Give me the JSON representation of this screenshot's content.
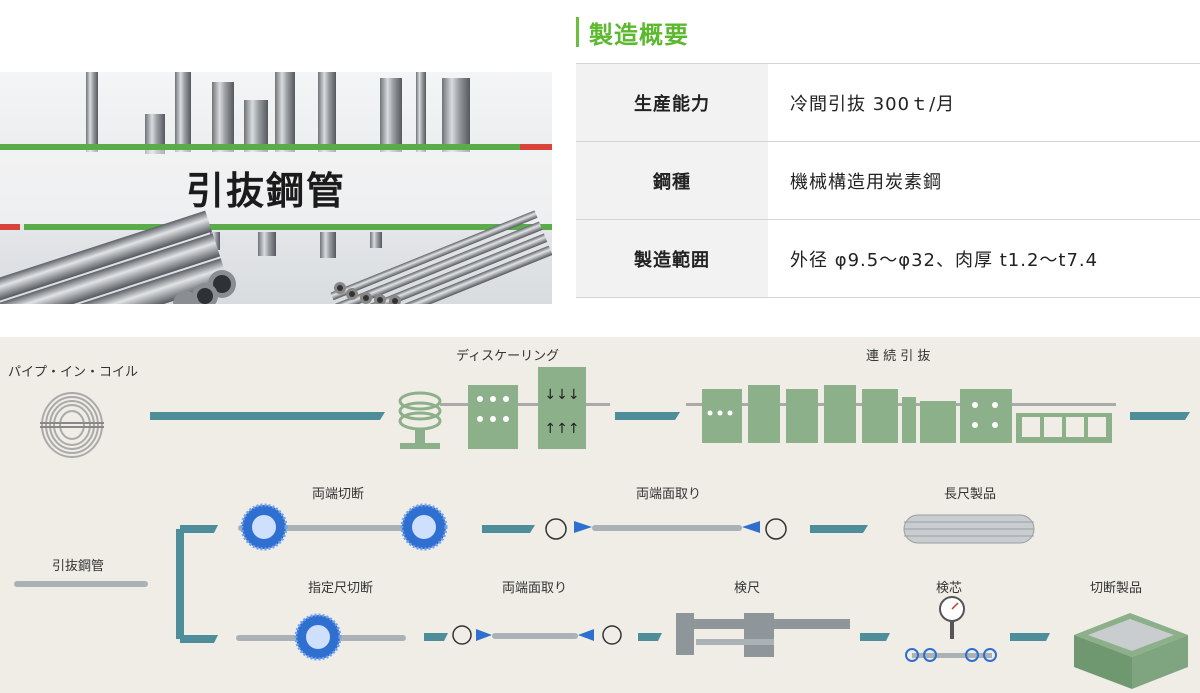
{
  "hero": {
    "title": "引抜鋼管"
  },
  "overview": {
    "heading": "製造概要",
    "rows": [
      {
        "label": "生産能力",
        "value": "冷間引抜 300ｔ/月"
      },
      {
        "label": "鋼種",
        "value": "機械構造用炭素鋼"
      },
      {
        "label": "製造範囲",
        "value": "外径 φ9.5～φ32、肉厚 t1.2～t7.4"
      }
    ]
  },
  "flow": {
    "labels": {
      "coil": "パイプ・イン・コイル",
      "descaling": "ディスケーリング",
      "drawing": "連 続 引 抜",
      "drawn_tube": "引抜鋼管",
      "cut_both_ends": "両端切断",
      "chamfer_top": "両端面取り",
      "long_products": "長尺製品",
      "cut_to_length": "指定尺切断",
      "chamfer_bottom": "両端面取り",
      "measure": "検尺",
      "center_check": "検芯",
      "cut_products": "切断製品"
    },
    "colors": {
      "green": "#8cb08a",
      "arrow": "#4e8e9a",
      "blue": "#2f6fd0",
      "background": "#efede5"
    }
  }
}
